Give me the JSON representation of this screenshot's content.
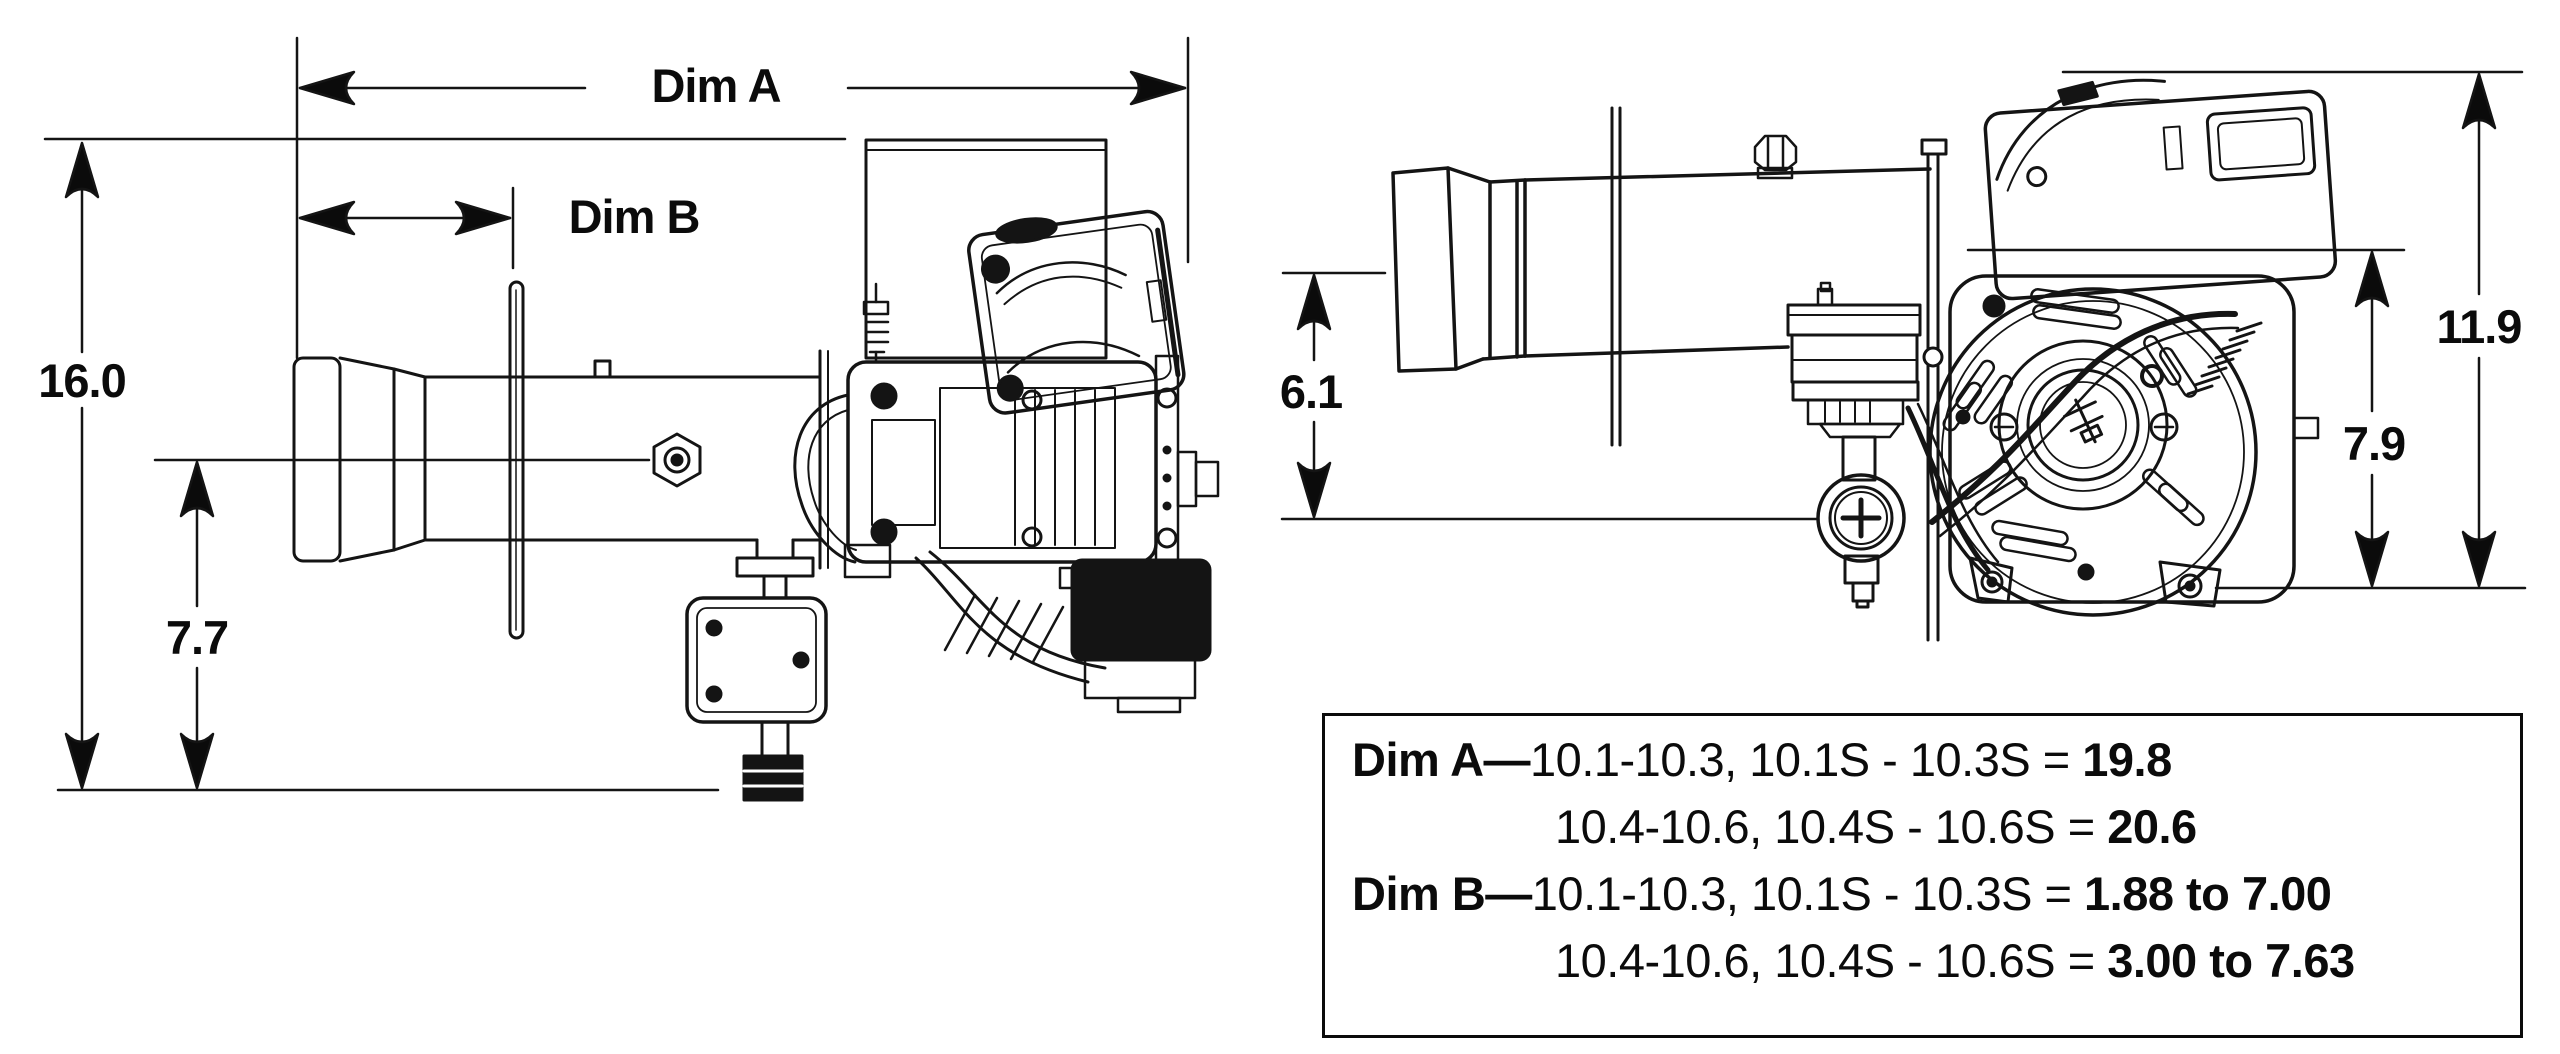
{
  "colors": {
    "ink": "#111111",
    "background": "#ffffff"
  },
  "side_view": {
    "dim_a_label": "Dim A",
    "dim_b_label": "Dim B",
    "overall_height": "16.0",
    "centerline_height": "7.7"
  },
  "front_view": {
    "tube_bottom_height": "6.1",
    "overall_height": "11.9",
    "upper_height": "7.9"
  },
  "spec_box": {
    "lines": [
      {
        "label": "Dim A—",
        "body": "10.1-10.3, 10.1S - 10.3S = ",
        "value": "19.8"
      },
      {
        "label": "",
        "body": "10.4-10.6, 10.4S - 10.6S = ",
        "value": "20.6"
      },
      {
        "label": "Dim B—",
        "body": "10.1-10.3, 10.1S - 10.3S = ",
        "value": "1.88 to 7.00"
      },
      {
        "label": "",
        "body": "10.4-10.6, 10.4S - 10.6S = ",
        "value": "3.00 to 7.63"
      }
    ]
  }
}
